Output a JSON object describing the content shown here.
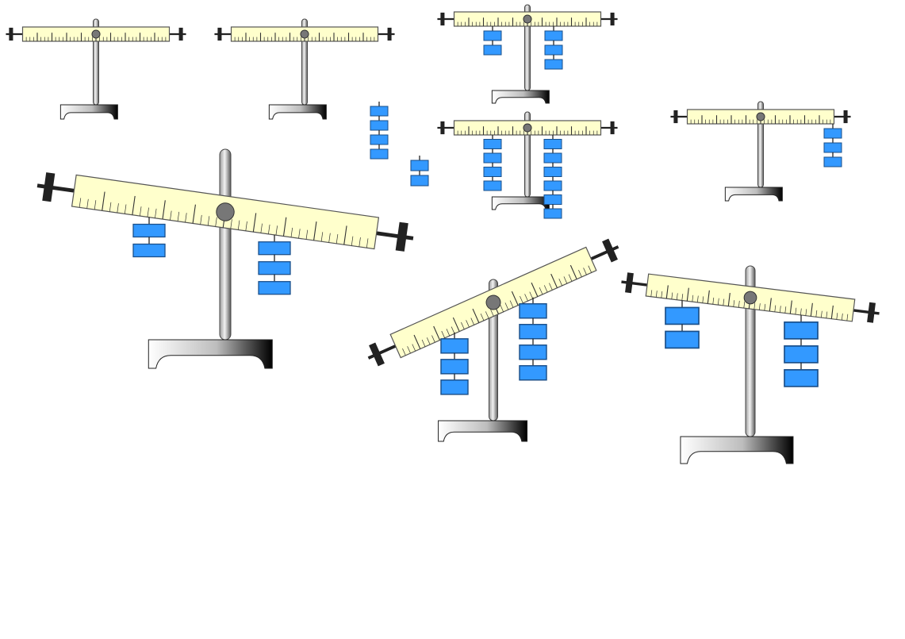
{
  "colors": {
    "background": "#ffffff",
    "beam_fill": "#ffffcc",
    "beam_stroke": "#555555",
    "tick": "#333333",
    "pole_light": "#e6e6e6",
    "pole_dark": "#555555",
    "base_light": "#ffffff",
    "base_dark": "#000000",
    "weight_fill": "#3399ff",
    "weight_stroke": "#1a4f8a",
    "string": "#222222",
    "nut": "#222222"
  },
  "icons": {
    "stand": "lever-stand-icon",
    "beam": "ruler-beam-icon",
    "weight": "hook-weight-icon",
    "pivot": "pivot-pin-icon",
    "nut": "balance-nut-icon"
  },
  "setups": [
    {
      "id": "balance-empty-1",
      "tilt": "level",
      "left_weights": 0,
      "right_weights": 0
    },
    {
      "id": "balance-empty-2",
      "tilt": "level",
      "left_weights": 0,
      "right_weights": 0
    },
    {
      "id": "balance-2-vs-3",
      "tilt": "level",
      "left_weights": 2,
      "right_weights": 3
    },
    {
      "id": "balance-4-vs-6",
      "tilt": "level",
      "left_weights": 4,
      "right_weights": 6
    },
    {
      "id": "balance-right-3",
      "tilt": "level",
      "left_weights": 0,
      "right_weights": 3
    },
    {
      "id": "tilted-2-vs-3-large",
      "tilt": "right-down",
      "left_weights": 2,
      "right_weights": 3
    },
    {
      "id": "tilted-3-vs-4",
      "tilt": "left-down",
      "left_weights": 3,
      "right_weights": 4
    },
    {
      "id": "tilted-2-vs-3",
      "tilt": "right-down",
      "left_weights": 2,
      "right_weights": 3
    }
  ],
  "loose_weight_groups": [
    {
      "id": "loose-stack-4",
      "count": 4
    },
    {
      "id": "loose-stack-2",
      "count": 2
    }
  ]
}
